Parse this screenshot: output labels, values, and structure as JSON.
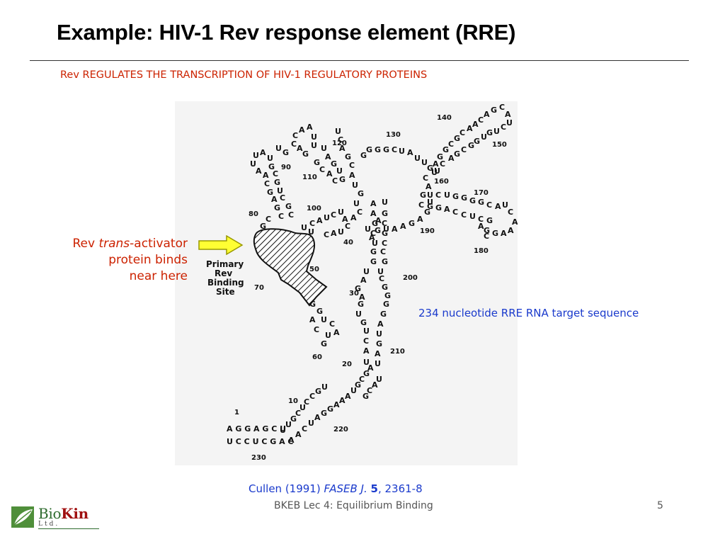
{
  "slide": {
    "title": "Example: HIV-1 Rev response element (RRE)",
    "subtitle": "Rev REGULATES THE TRANSCRIPTION OF HIV-1 REGULATORY PROTEINS",
    "callout_left": {
      "line1_prefix": "Rev ",
      "line1_italic": "trans",
      "line1_suffix": "-activator",
      "line2": "protein binds",
      "line3": "near here"
    },
    "callout_right": "234 nucleotide RRE RNA target sequence",
    "citation": {
      "authors": "Cullen (1991) ",
      "journal": "FASEB J.",
      "volume": "5",
      "pages": ", 2361-8"
    },
    "footer": "BKEB Lec 4: Equilibrium Binding",
    "page_number": "5"
  },
  "logo": {
    "bio": "Bio",
    "kin": "Kin",
    "sub": "Ltd."
  },
  "figure": {
    "binding_label": [
      "Primary",
      "Rev",
      "Binding",
      "Site"
    ],
    "numbers": [
      "1",
      "10",
      "20",
      "30",
      "40",
      "50",
      "60",
      "70",
      "80",
      "90",
      "100",
      "110",
      "120",
      "130",
      "140",
      "150",
      "160",
      "170",
      "180",
      "190",
      "200",
      "210",
      "220",
      "230"
    ],
    "colors": {
      "accent_red": "#cc2200",
      "accent_blue": "#1a3acc",
      "arrow_fill": "#ffff33",
      "arrow_stroke": "#999900"
    }
  }
}
